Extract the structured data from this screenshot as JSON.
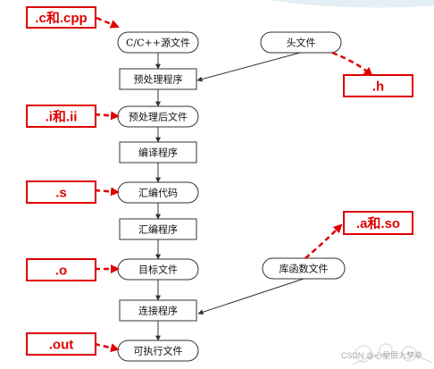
{
  "diagram": {
    "nodes": {
      "source_file": "C/C++源文件",
      "preprocess": "预处理程序",
      "header_file": "头文件",
      "preprocessed_file": "预处理后文件",
      "compile": "编译程序",
      "assembly_code": "汇编代码",
      "assemble": "汇编程序",
      "object_file": "目标文件",
      "library_file": "库函数文件",
      "link": "连接程序",
      "executable": "可执行文件"
    },
    "extensions": {
      "source": ".c和.cpp",
      "header": ".h",
      "preprocessed": ".i和.ii",
      "assembly": ".s",
      "library": ".a和.so",
      "object": ".o",
      "executable": ".out"
    },
    "colors": {
      "accent": "#e00000",
      "line": "#333333"
    }
  },
  "watermark": "CSDN @心星辰入梦幸"
}
